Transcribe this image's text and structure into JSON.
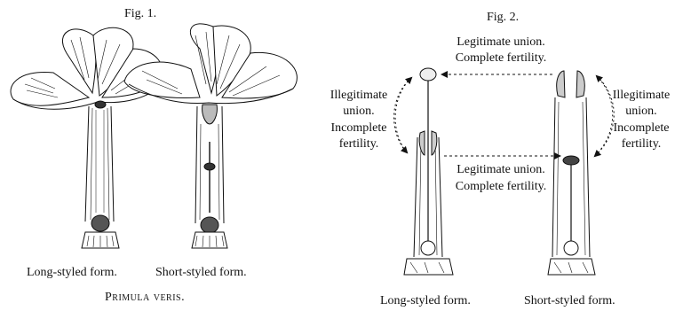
{
  "fig1": {
    "title": "Fig. 1.",
    "label_long": "Long-styled form.",
    "label_short": "Short-styled form.",
    "caption": "Primula veris."
  },
  "fig2": {
    "title": "Fig. 2.",
    "top_union": "Legitimate union.",
    "top_fertility": "Complete fertility.",
    "mid_union": "Legitimate union.",
    "mid_fertility": "Complete fertility.",
    "left_illeg": [
      "Illegitimate",
      "union.",
      "Incomplete",
      "fertility."
    ],
    "right_illeg": [
      "Illegitimate",
      "union.",
      "Incomplete",
      "fertility."
    ],
    "label_long": "Long-styled form.",
    "label_short": "Short-styled form."
  },
  "colors": {
    "ink": "#111111",
    "paper": "#ffffff"
  }
}
